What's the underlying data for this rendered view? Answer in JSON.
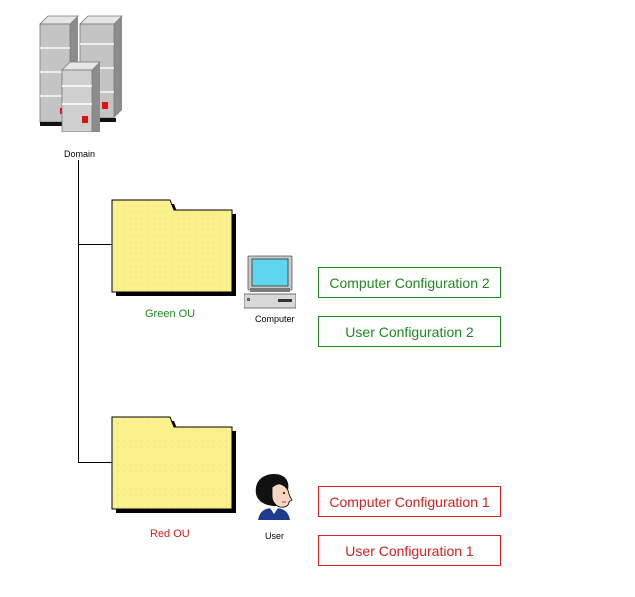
{
  "domain": {
    "label": "Domain",
    "icon": "server-cluster-icon"
  },
  "green_ou": {
    "label": "Green OU",
    "color": "#1e8a1e",
    "icon": "folder-icon",
    "member": {
      "label": "Computer",
      "icon": "computer-icon"
    },
    "configs": [
      {
        "label": "Computer Configuration 2"
      },
      {
        "label": "User Configuration 2"
      }
    ]
  },
  "red_ou": {
    "label": "Red OU",
    "color": "#d42020",
    "icon": "folder-icon",
    "member": {
      "label": "User",
      "icon": "user-icon"
    },
    "configs": [
      {
        "label": "Computer Configuration 1"
      },
      {
        "label": "User Configuration 1"
      }
    ]
  },
  "colors": {
    "folder_fill": "#faf18c",
    "server_body": "#c8c8c8",
    "server_led": "#e01010",
    "monitor_screen": "#5fd6f0"
  }
}
